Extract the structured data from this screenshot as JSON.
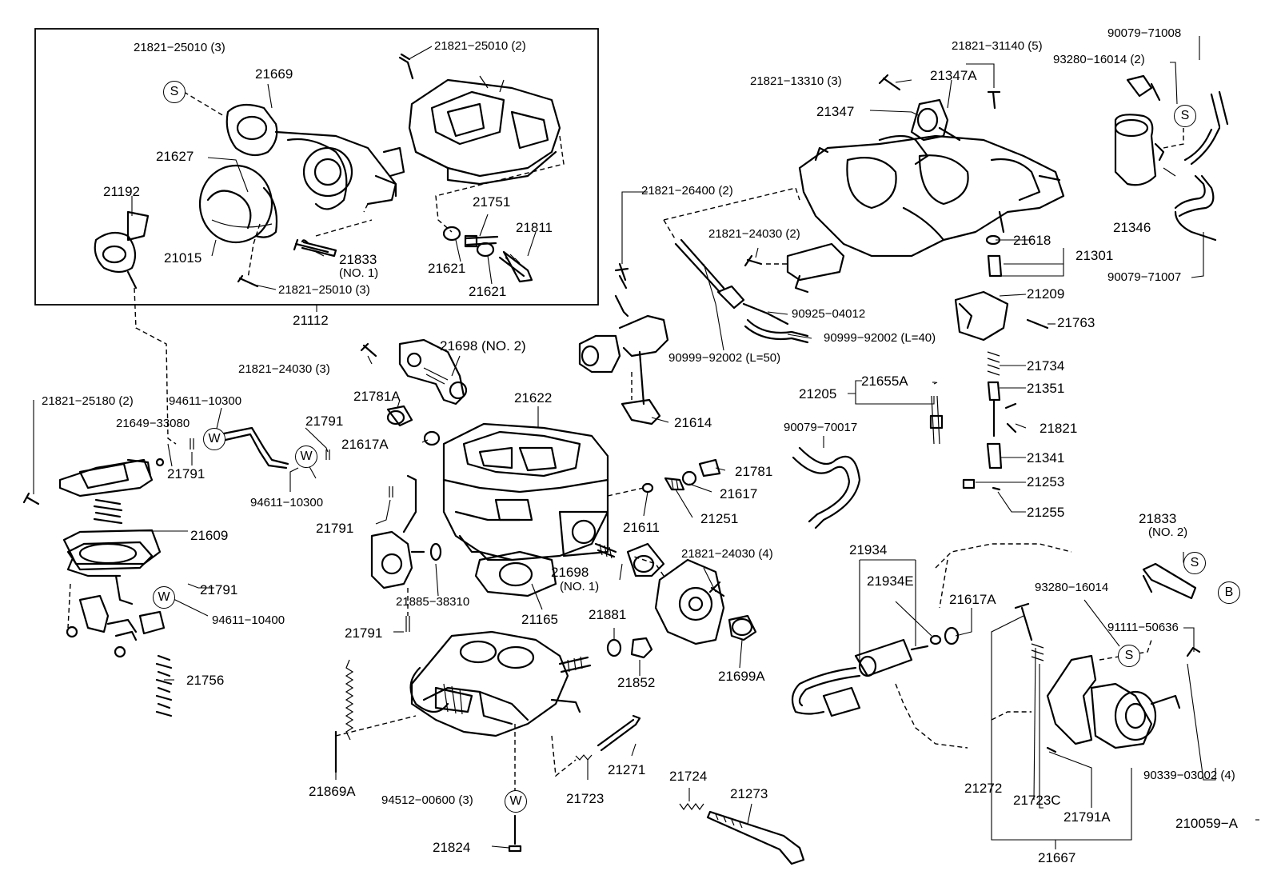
{
  "labels": {
    "l21821_25010_3a": "21821−25010 (3)",
    "l21821_25010_2": "21821−25010 (2)",
    "l21669": "21669",
    "l21627": "21627",
    "l21192": "21192",
    "l21015": "21015",
    "l21833_no1": "21833",
    "l21833_no1_sub": "(NO. 1)",
    "l21751": "21751",
    "l21811": "21811",
    "l21621a": "21621",
    "l21621b": "21621",
    "l21821_25010_3b": "21821−25010 (3)",
    "l21112": "21112",
    "l21821_13310": "21821−13310 (3)",
    "l21821_31140": "21821−31140 (5)",
    "l21347A": "21347A",
    "l21347": "21347",
    "l90079_71008": "90079−71008",
    "l93280_16014_2": "93280−16014 (2)",
    "l21346": "21346",
    "l90079_71007": "90079−71007",
    "l21821_26400": "21821−26400 (2)",
    "l21821_24030_2": "21821−24030 (2)",
    "l90925_04012": "90925−04012",
    "l90999_92002_40": "90999−92002 (L=40)",
    "l90999_92002_50": "90999−92002 (L=50)",
    "l21618": "21618",
    "l21301": "21301",
    "l21209": "21209",
    "l21763": "21763",
    "l21734": "21734",
    "l21351": "21351",
    "l21821": "21821",
    "l21341": "21341",
    "l21253": "21253",
    "l21255": "21255",
    "l21205": "21205",
    "l21655A": "21655A",
    "l90079_70017": "90079−70017",
    "l21614": "21614",
    "l21821_24030_3": "21821−24030 (3)",
    "l21698_no2": "21698 (NO. 2)",
    "l21781A": "21781A",
    "l21622": "21622",
    "l21617A_a": "21617A",
    "l21781": "21781",
    "l21617": "21617",
    "l21251": "21251",
    "l21611": "21611",
    "l21821_25180": "21821−25180 (2)",
    "l94611_10300_a": "94611−10300",
    "l21649_33080": "21649−33080",
    "l21791_a": "21791",
    "l21791_b": "21791",
    "l94611_10300_b": "94611−10300",
    "l21791_c": "21791",
    "l21609": "21609",
    "l21791_d": "21791",
    "l94611_10400": "94611−10400",
    "l21756": "21756",
    "l21885_38310": "21885−38310",
    "l21791_e": "21791",
    "l21165": "21165",
    "l21698_no1": "21698",
    "l21698_no1_sub": "(NO. 1)",
    "l21821_24030_4": "21821−24030 (4)",
    "l21881": "21881",
    "l21852": "21852",
    "l21699A": "21699A",
    "l21869A": "21869A",
    "l94512_00600": "94512−00600 (3)",
    "l21723": "21723",
    "l21271": "21271",
    "l21824": "21824",
    "l21724": "21724",
    "l21273": "21273",
    "l21934": "21934",
    "l21934E": "21934E",
    "l21617A_b": "21617A",
    "l21833_no2": "21833",
    "l21833_no2_sub": "(NO. 2)",
    "l93280_16014": "93280−16014",
    "l91111_50636": "91111−50636",
    "l90339_03002": "90339−03002 (4)",
    "l21272": "21272",
    "l21723C": "21723C",
    "l21791A": "21791A",
    "l21667": "21667",
    "l210059A": "210059−A"
  },
  "symbols": {
    "S": "S",
    "W": "W",
    "B": "B"
  }
}
